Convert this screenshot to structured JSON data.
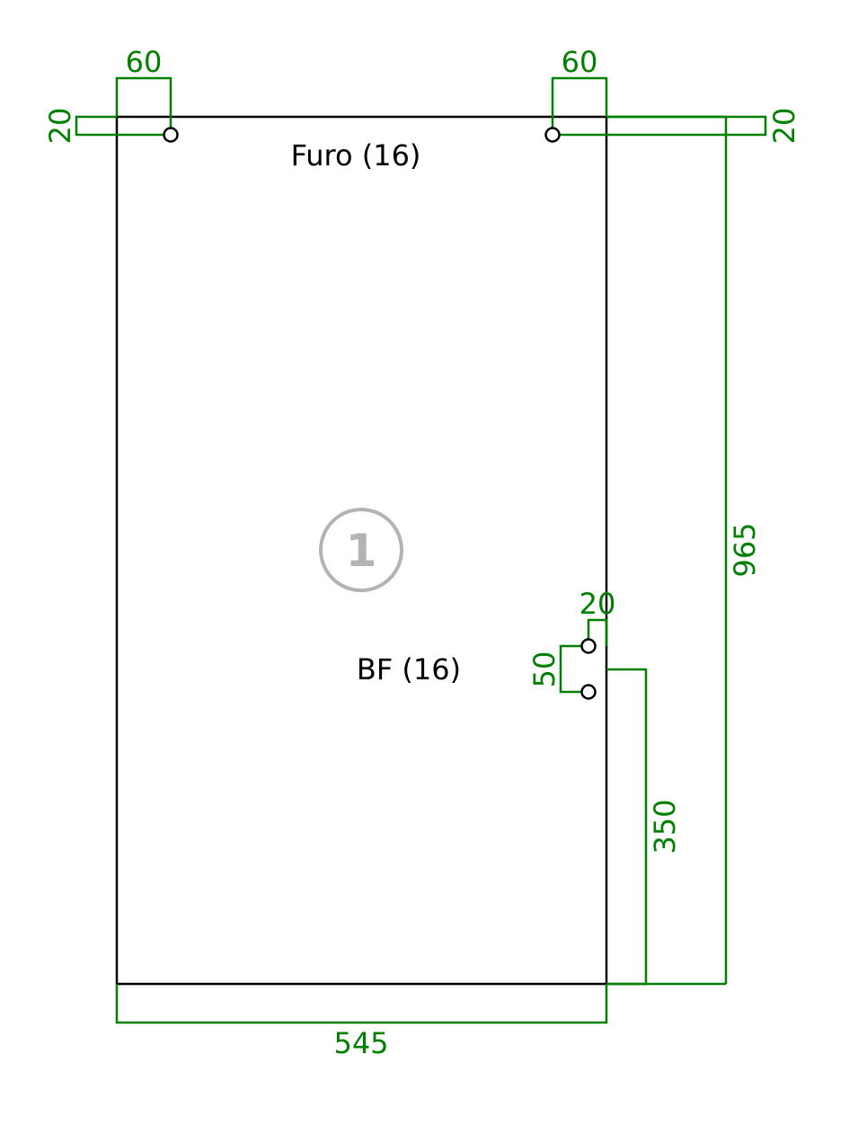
{
  "colors": {
    "dimension": "#008000",
    "outline": "#000000",
    "badge": "#b3b3b3",
    "background": "#ffffff"
  },
  "dimensions": {
    "width": "545",
    "height": "965",
    "top_left_hole_x": "60",
    "top_left_hole_y": "20",
    "top_right_hole_x": "60",
    "top_right_hole_y": "20",
    "side_hole_offset": "20",
    "side_hole_spacing": "50",
    "side_hole_height": "350"
  },
  "labels": {
    "top_holes": "Furo (16)",
    "side_holes": "BF (16)"
  },
  "part_number": "1"
}
